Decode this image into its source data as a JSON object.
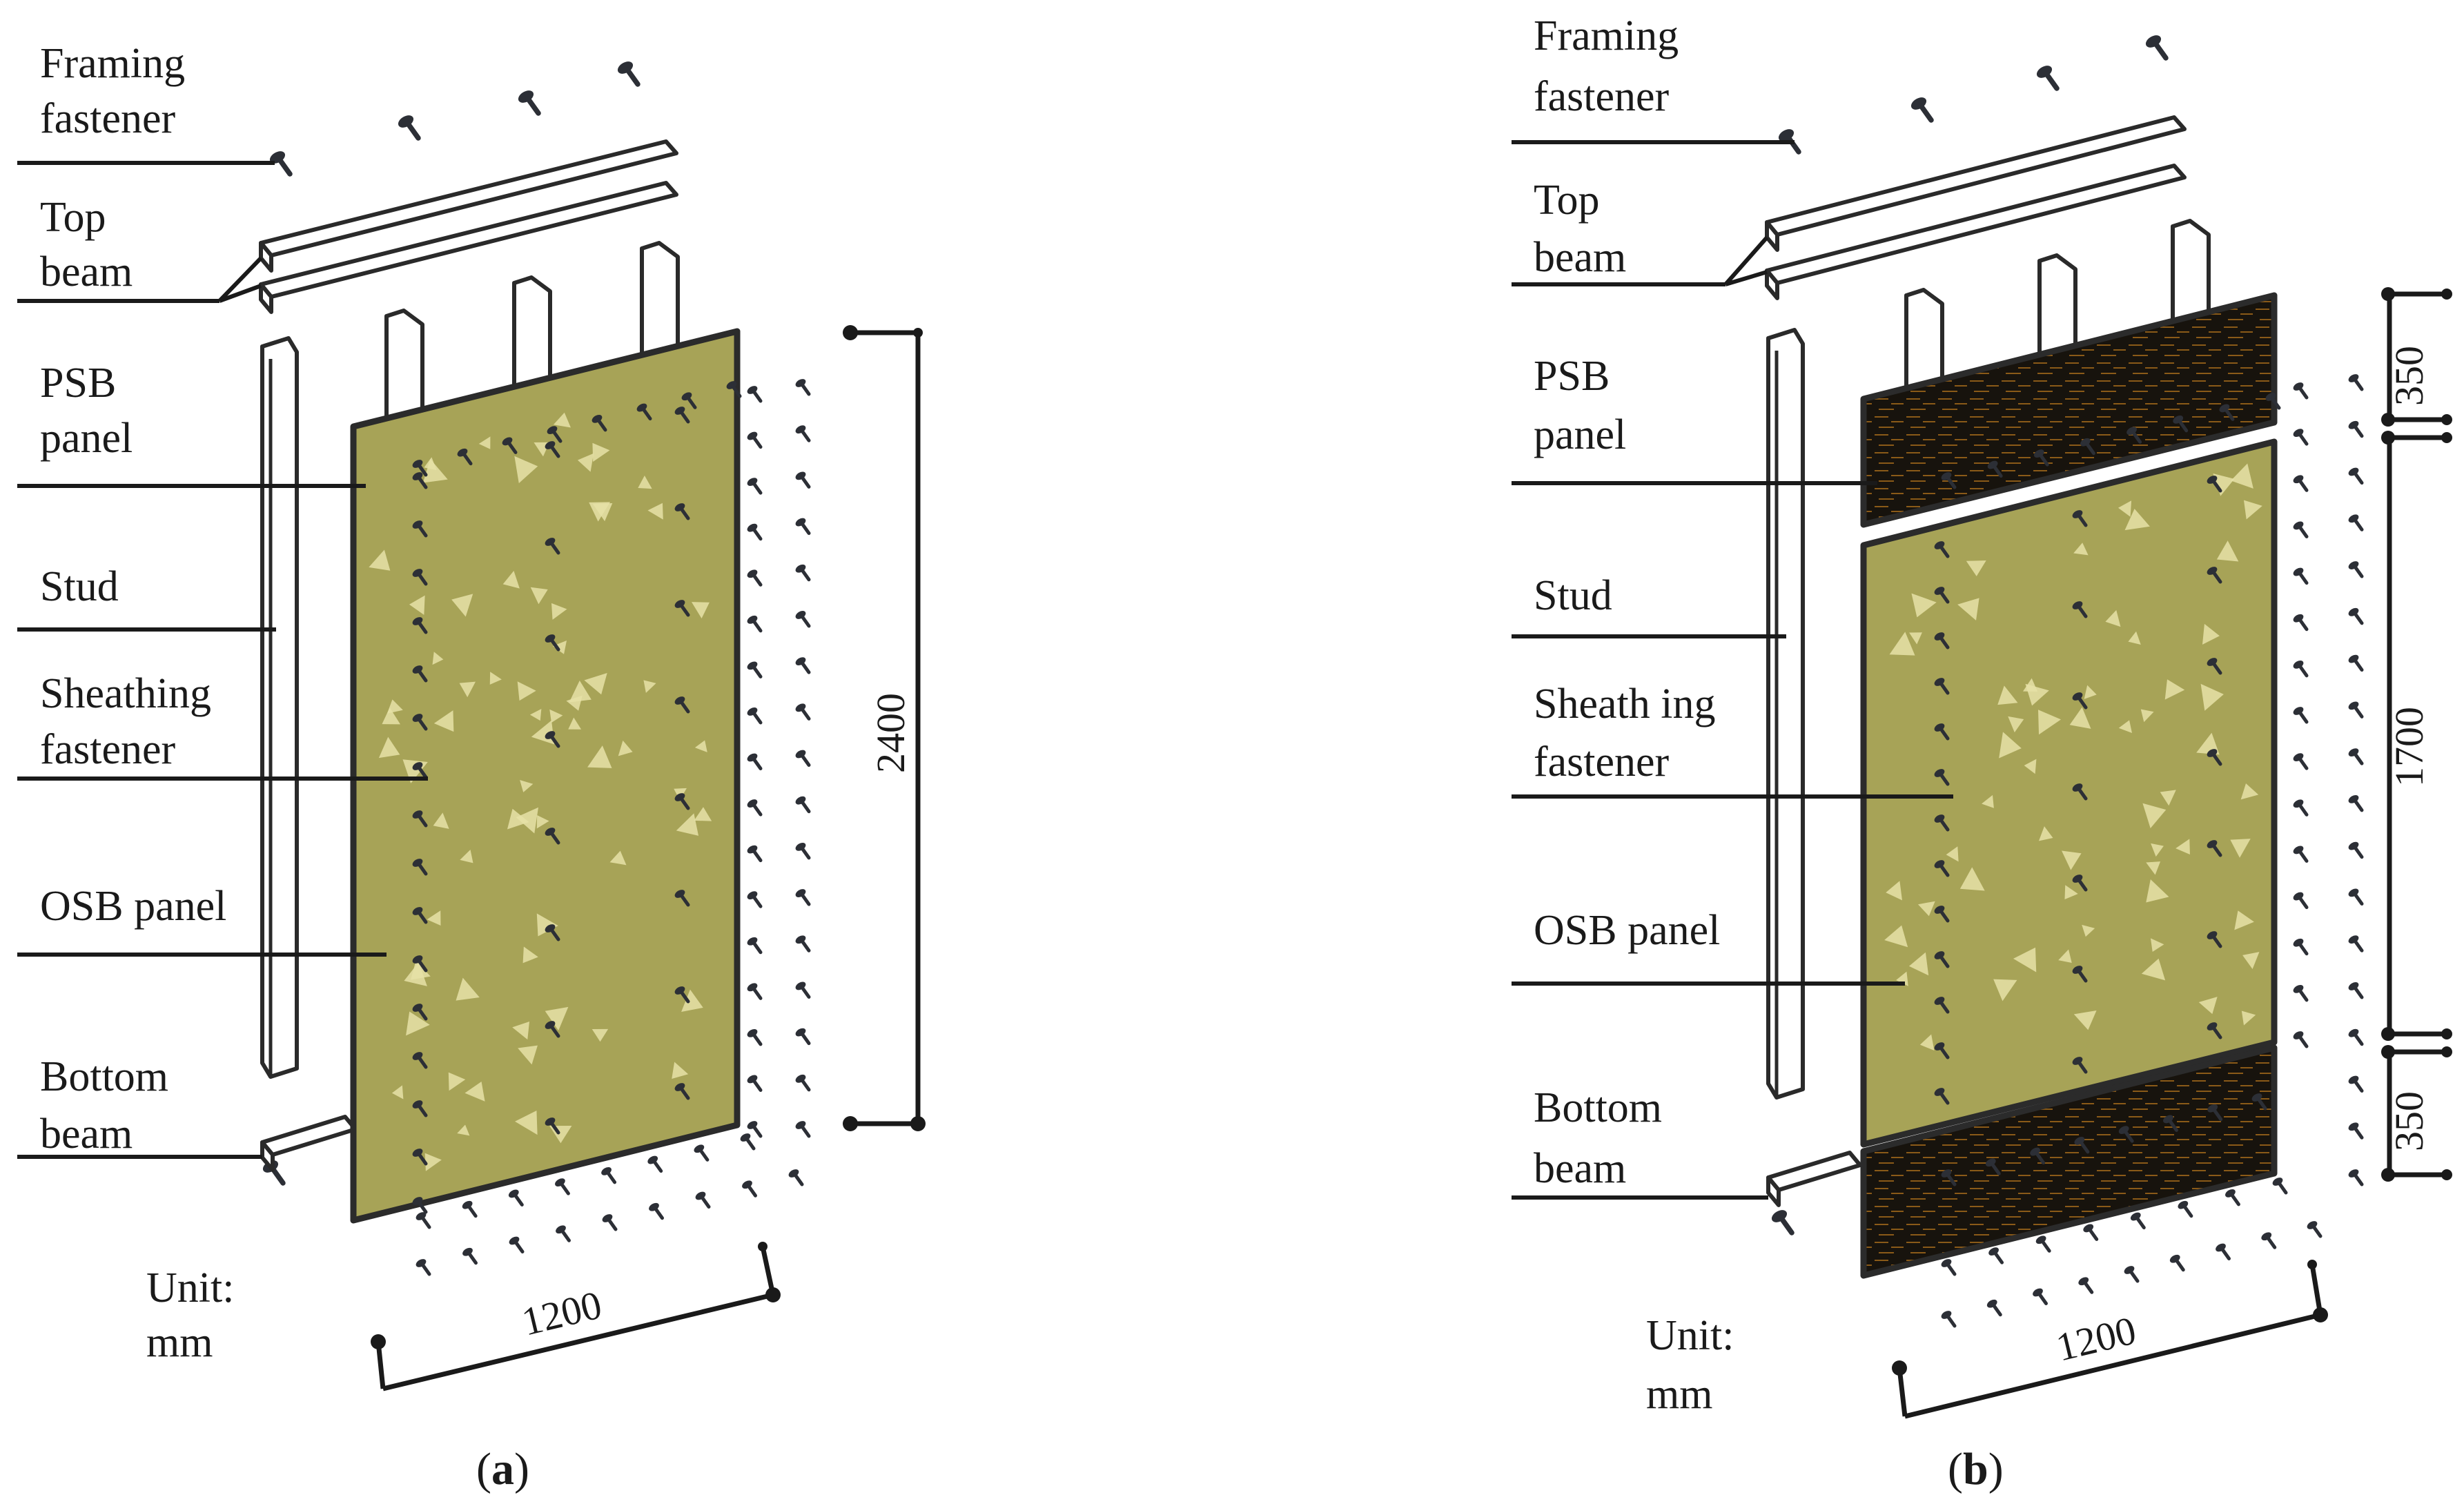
{
  "colors": {
    "osb_panel": "#a7a357",
    "osb_flake": "#e6e2a7",
    "psb_panel": "#17130d",
    "psb_grain": "#8a5a18",
    "member": "#ffffff",
    "screw": "#2c2f36"
  },
  "figure_a": {
    "caption": {
      "open": "(",
      "letter": "a",
      "close": ")"
    },
    "labels": {
      "framing_fastener": [
        "Framing",
        "fastener"
      ],
      "top_beam": [
        "Top",
        "beam"
      ],
      "psb_panel": [
        "PSB",
        "panel"
      ],
      "stud": [
        "Stud"
      ],
      "sheathing_fastener": [
        "Sheathing",
        "fastener"
      ],
      "osb_panel": [
        "OSB panel"
      ],
      "bottom_beam": [
        "Bottom",
        "beam"
      ],
      "unit": [
        "Unit:",
        "mm"
      ]
    },
    "dimensions": {
      "height": "2400",
      "width": "1200"
    }
  },
  "figure_b": {
    "caption": {
      "open": "(",
      "letter": "b",
      "close": ")"
    },
    "labels": {
      "framing_fastener": [
        "Framing",
        "fastener"
      ],
      "top_beam": [
        "Top",
        "beam"
      ],
      "psb_panel": [
        "PSB",
        "panel"
      ],
      "stud": [
        "Stud"
      ],
      "sheathing_fastener": [
        "Sheath ing",
        "fastener"
      ],
      "osb_panel": [
        "OSB panel"
      ],
      "bottom_beam": [
        "Bottom",
        "beam"
      ],
      "unit": [
        "Unit:",
        "mm"
      ]
    },
    "dimensions": {
      "top_psb": "350",
      "osb": "1700",
      "bottom_psb": "350",
      "width": "1200"
    }
  }
}
